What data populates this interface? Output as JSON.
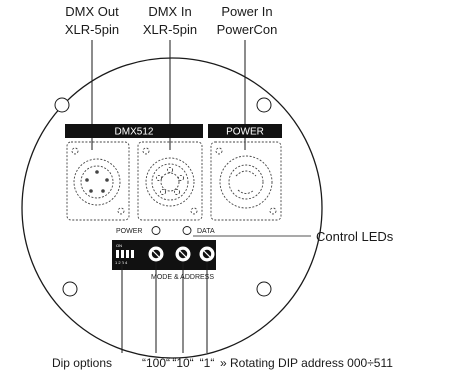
{
  "labels": {
    "dmx_out": [
      "DMX Out",
      "XLR-5pin"
    ],
    "dmx_in": [
      "DMX In",
      "XLR-5pin"
    ],
    "power_in": [
      "Power In",
      "PowerCon"
    ],
    "panel_dmx": "DMX512",
    "panel_power": "POWER",
    "led_power": "POWER",
    "led_data": "DATA",
    "control_leds": "Control LEDs",
    "mode_address": "MODE & ADDRESS",
    "dip_numbers": "1 2 3 4",
    "dip_options": "Dip options",
    "rotary_100": "“100“",
    "rotary_10": "“10“",
    "rotary_1": "“1“",
    "rotating_dip": "» Rotating DIP address 000÷511"
  },
  "colors": {
    "ink": "#1a1a1a",
    "panel_band": "#111111",
    "dashed": "#444444",
    "background": "#ffffff"
  },
  "icons": [
    "xlr-out-connector-icon",
    "xlr-in-connector-icon",
    "powercon-connector-icon",
    "led-icon",
    "dip-switch-icon",
    "rotary-dial-icon",
    "mounting-hole-icon"
  ]
}
